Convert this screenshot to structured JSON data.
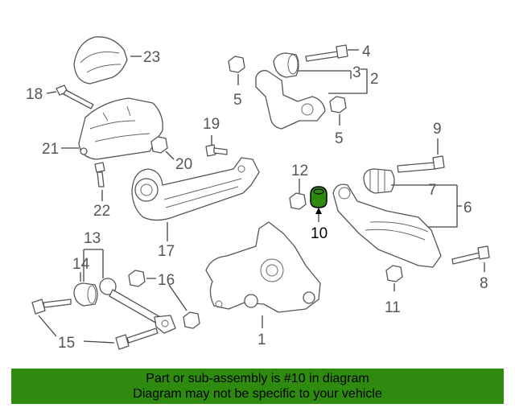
{
  "callouts": {
    "c1": "1",
    "c2": "2",
    "c3": "3",
    "c4": "4",
    "c5a": "5",
    "c5b": "5",
    "c6": "6",
    "c7": "7",
    "c8": "8",
    "c9": "9",
    "c10": "10",
    "c11": "11",
    "c12": "12",
    "c13": "13",
    "c14": "14",
    "c15": "15",
    "c16": "16",
    "c17": "17",
    "c18": "18",
    "c19": "19",
    "c20": "20",
    "c21": "21",
    "c22": "22",
    "c23": "23"
  },
  "highlight": {
    "part_number": "10",
    "color": "#2e8b0f"
  },
  "banner": {
    "line1": "Part or sub-assembly is #10 in diagram",
    "line2": "Diagram may not be specific to your vehicle",
    "background": "#2e8b0f"
  }
}
